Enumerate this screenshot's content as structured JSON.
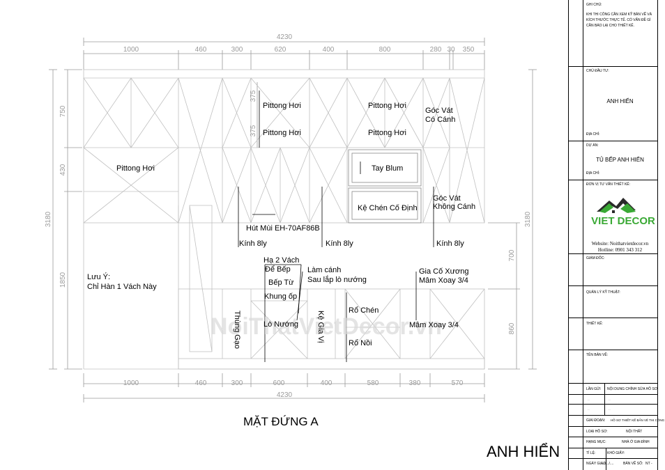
{
  "dims_top": {
    "total": "4230",
    "segments": [
      "1000",
      "460",
      "300",
      "620",
      "400",
      "800",
      "280",
      "30",
      "350"
    ],
    "sub_a": "375",
    "sub_b": "375"
  },
  "dims_bottom": {
    "total": "4230",
    "segments": [
      "1000",
      "460",
      "300",
      "600",
      "400",
      "580",
      "380",
      "570"
    ]
  },
  "dims_left": {
    "total": "3180",
    "segments": [
      "750",
      "430",
      "1850"
    ]
  },
  "dims_right": {
    "total": "3180",
    "segments": [
      "700",
      "860"
    ]
  },
  "labels": {
    "pittong_1": "Pittong Hơi",
    "pittong_2": "Pittong Hơi",
    "pittong_3": "Pittong Hơi",
    "pittong_4": "Pittong Hơi",
    "pittong_5": "Pittong Hơi",
    "goc_vat_co_canh_1": "Góc Vát",
    "goc_vat_co_canh_2": "Có Cánh",
    "tay_blum": "Tay Blum",
    "ke_chen": "Kệ Chén Cố Định",
    "goc_vat_khong_1": "Góc Vát",
    "goc_vat_khong_2": "Không Cánh",
    "hut_mui": "Hút Mùi EH-70AF86B",
    "kinh_1": "Kính 8ly",
    "kinh_2": "Kính 8ly",
    "kinh_3": "Kính 8ly",
    "luu_y_1": "Lưu Ý:",
    "luu_y_2": "Chỉ Hàn 1 Vách Này",
    "ha_2_vach": "Hạ 2 Vách",
    "de_bep": "Để Bếp",
    "bep_tu": "Bếp Từ",
    "khung_op": "Khung ốp",
    "lam_canh": "Làm cánh",
    "sau_lap": "Sau lắp lò nướng",
    "thung_gao": "Thùng Gạo",
    "lo_nuong": "Lò Nướng",
    "ke_gia_vi": "Kệ Gia Vị",
    "ro_chen": "Rổ Chén",
    "ro_noi": "Rổ Nồi",
    "gia_co_xuong": "Gia Cố Xương",
    "mam_xoay_1": "Mâm Xoay 3/4",
    "mam_xoay_2": "Mâm Xoay 3/4"
  },
  "watermark": "NoiThatVietDecor.vn",
  "drawing_title": "MẶT ĐỨNG A",
  "client_caption": "ANH HIỂN",
  "title_block": {
    "ghi_chu_label": "GHI CHÚ:",
    "ghi_chu_text": "KHI THI CÔNG CẦN XEM KỸ BẢN VẼ VÀ KÍCH THƯỚC THỰC TẾ. CÓ VẤN ĐỀ GÌ CẦN BÁO LẠI CHO THIẾT KẾ.",
    "chu_dau_tu_label": "CHỦ ĐẦU TƯ:",
    "chu_dau_tu": "ANH HIỂN",
    "dia_chi_label_1": "ĐỊA CHỈ:",
    "du_an_label": "DỰ ÁN:",
    "du_an": "TỦ BẾP ANH HIỂN",
    "dia_chi_label_2": "ĐỊA CHỈ:",
    "don_vi_label": "ĐƠN VỊ TƯ VẤN THIẾT KẾ:",
    "logo_text": "VIET DECOR",
    "website": "Website: Noithatvietdecor.vn",
    "hotline": "Hotline: 0901 343 312",
    "giam_doc_label": "GIÁM ĐỐC:",
    "quan_ly_label": "QUẢN LÝ KỸ THUẬT:",
    "thiet_ke_label": "THIẾT KẾ:",
    "ten_ban_ve_label": "TÊN BẢN VẼ:",
    "lan_gui_label": "LẦN GỬI",
    "noi_dung_label": "NỘI DUNG CHỈNH SỬA HỒ SƠ",
    "giai_doan_label": "GIAI ĐOẠN:",
    "giai_doan": "HỒ SƠ THIẾT KẾ BẢN VẼ THI CÔNG",
    "loai_ho_so_label": "LOẠI HỒ SƠ:",
    "loai_ho_so": "NỘI THẤT",
    "hang_muc_label": "HẠNG MỤC:",
    "hang_muc": "NHÀ Ở GIA ĐÌNH",
    "ti_le_label": "TỈ LỆ:",
    "kho_giay_label": "KHỔ GIẤY:",
    "ngay_giao_label": "NGÀY GIAO:",
    "ngay_giao": "..../..../....",
    "ban_ve_so_label": "BẢN VẼ SỐ:",
    "ban_ve_so": "NT -"
  },
  "colors": {
    "line": "#000000",
    "dim": "#9a9a9a",
    "hidden": "#b5b5b5",
    "logo_green": "#3aa935",
    "logo_dark": "#2a2a2a"
  }
}
